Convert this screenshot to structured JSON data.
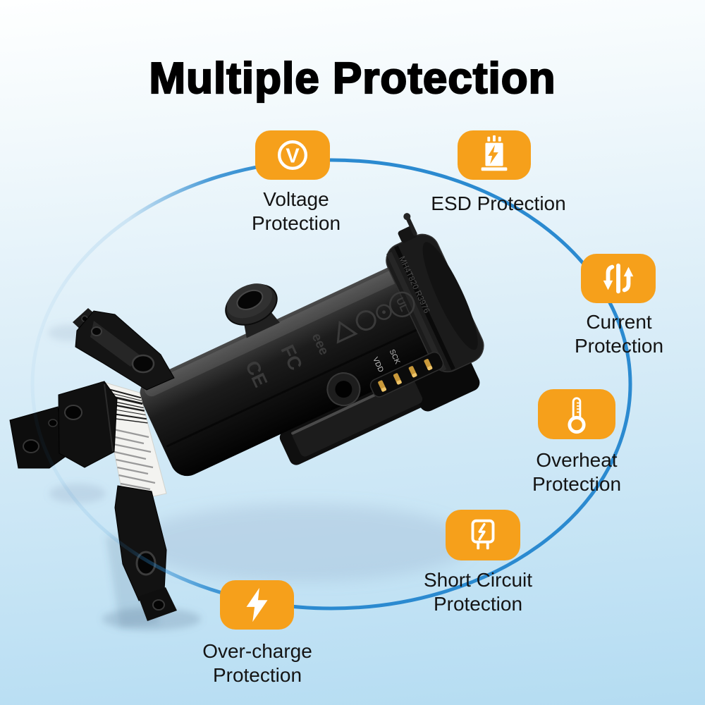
{
  "title": "Multiple Protection",
  "colors": {
    "accent_orange": "#F6A01B",
    "circle_blue": "#2B8AD0",
    "background_top": "#FEFFFF",
    "background_bottom": "#B4DCF2",
    "label_text": "#141414"
  },
  "features": [
    {
      "name": "voltage",
      "icon": "voltage-circle-icon",
      "icon_letter": "V",
      "lines": [
        "Voltage",
        "Protection"
      ]
    },
    {
      "name": "esd",
      "icon": "esd-battery-lightning-icon",
      "lines": [
        "ESD Protection",
        ""
      ]
    },
    {
      "name": "current",
      "icon": "current-arrows-icon",
      "lines": [
        "Current",
        "Protection"
      ]
    },
    {
      "name": "overheat",
      "icon": "thermometer-icon",
      "lines": [
        "Overheat",
        "Protection"
      ]
    },
    {
      "name": "short_circuit",
      "icon": "short-circuit-plug-icon",
      "lines": [
        "Short Circuit",
        "Protection"
      ]
    },
    {
      "name": "over_charge",
      "icon": "lightning-bolt-icon",
      "lines": [
        "Over-charge",
        "Protection"
      ]
    }
  ],
  "product": {
    "kind": "black battery protection module photo",
    "embossed_marks": [
      "CE",
      "FC",
      "eee",
      "UL"
    ],
    "part_number": "MH4T820 R3976",
    "pin_labels": [
      "VDD",
      "SCK"
    ]
  }
}
